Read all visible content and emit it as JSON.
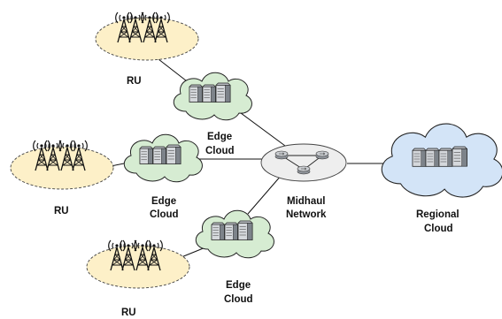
{
  "labels": {
    "ru_top": "RU",
    "ru_left": "RU",
    "ru_bottom": "RU",
    "edge1_line1": "Edge",
    "edge1_line2": "Cloud",
    "edge2_line1": "Edge",
    "edge2_line2": "Cloud",
    "edge3_line1": "Edge",
    "edge3_line2": "Cloud",
    "midhaul_line1": "Midhaul",
    "midhaul_line2": "Network",
    "regional_line1": "Regional",
    "regional_line2": "Cloud"
  },
  "colors": {
    "ru_area_fill": "#fdf0c8",
    "edge_cloud_fill": "#d6ecd2",
    "regional_cloud_fill": "#d3e4f7",
    "midhaul_fill": "#eeeeee",
    "line": "#111111"
  },
  "icons": {
    "ru": "cell-tower-icon",
    "server": "server-rack-icon",
    "router": "router-icon"
  }
}
